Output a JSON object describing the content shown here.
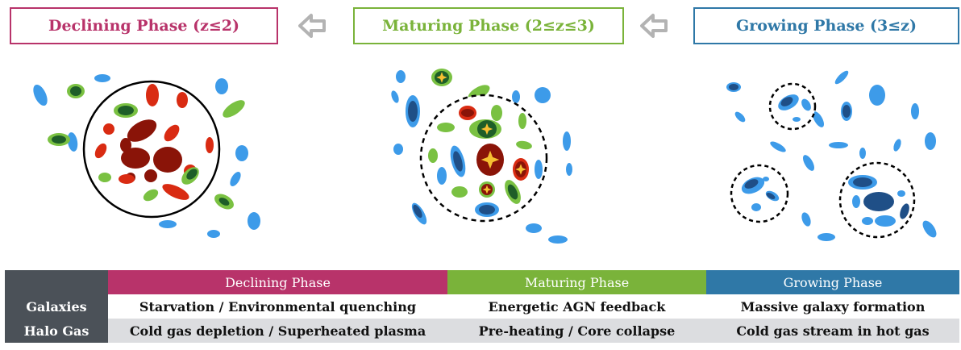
{
  "phases": {
    "declining_title": "Declining Phase (z≤2)",
    "maturing_title": "Maturing Phase (2≤z≤3)",
    "growing_title": "Growing Phase (3≤z)"
  },
  "colors": {
    "declining": "#b8336a",
    "maturing": "#7ab33a",
    "growing": "#2f78a7",
    "table_header_dark": "#4b5158",
    "arrow": "#b3b3b3",
    "blue_galaxy": "#3d9be9",
    "blue_core": "#1f4f87",
    "green_galaxy": "#7ac142",
    "green_core": "#1e5e28",
    "red_galaxy": "#d92b12",
    "dark_red_galaxy": "#8a1408",
    "agn_star": "#f6c032"
  },
  "icons": [
    "left-arrow-icon",
    "agn-star-icon"
  ],
  "table": {
    "headers": [
      "Declining Phase",
      "Maturing Phase",
      "Growing Phase"
    ],
    "rows": [
      {
        "label": "Galaxies",
        "cells": [
          "Starvation / Environmental quenching",
          "Energetic AGN feedback",
          "Massive galaxy formation"
        ]
      },
      {
        "label": "Halo Gas",
        "cells": [
          "Cold gas depletion / Superheated plasma",
          "Pre-heating / Core collapse",
          "Cold gas stream in hot gas"
        ]
      }
    ]
  }
}
